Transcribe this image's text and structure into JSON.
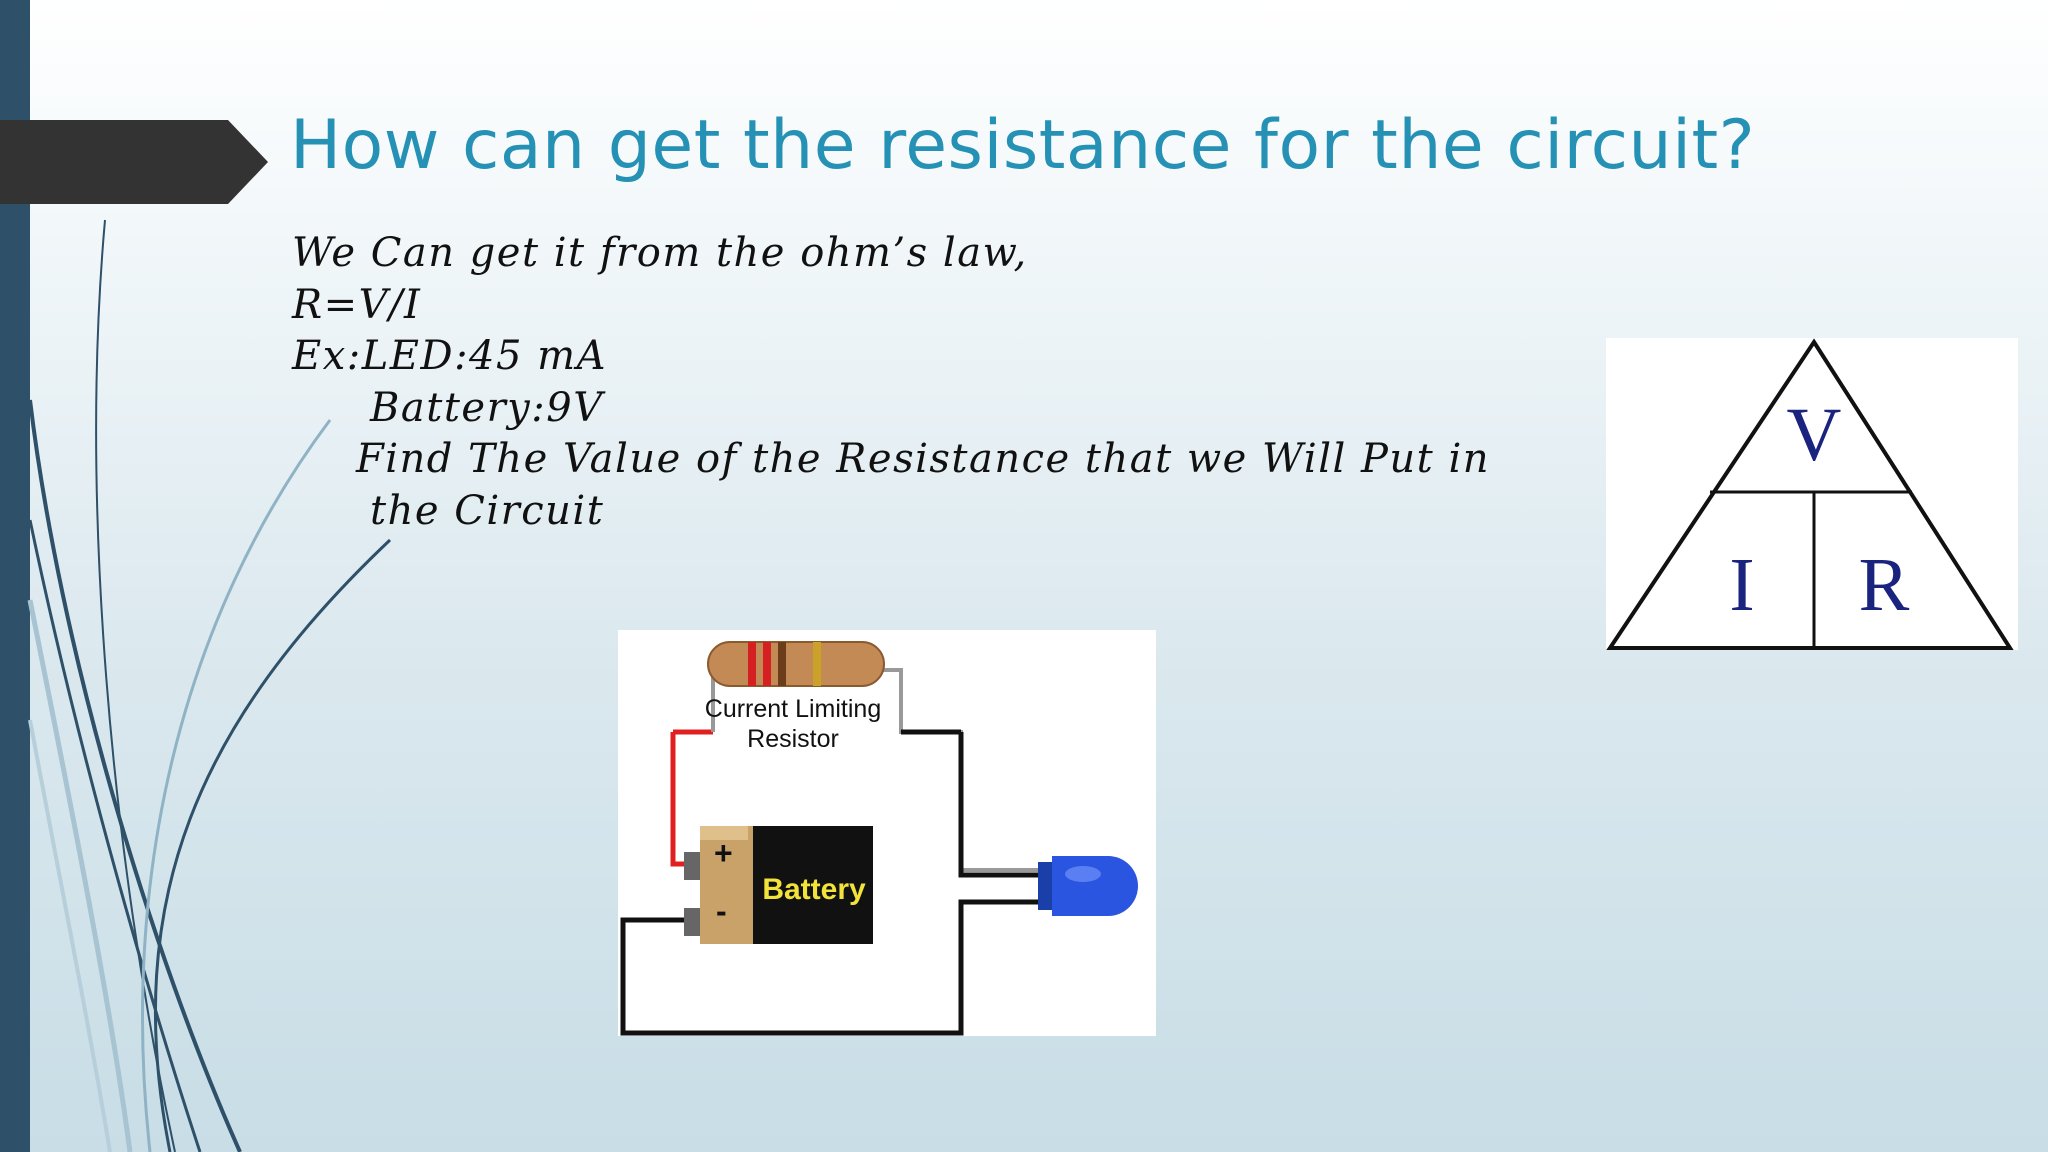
{
  "slide": {
    "title": "How can get the resistance for the circuit?",
    "lines": [
      "We Can get it from the ohm’s law,",
      "R=V/I",
      "Ex:LED:45 mA",
      "Battery:9V",
      "Find The Value of the Resistance that we Will Put in",
      "the Circuit"
    ]
  },
  "circuit": {
    "resistor_label_line1": "Current Limiting",
    "resistor_label_line2": "Resistor",
    "battery_label": "Battery",
    "plus_sign": "+",
    "minus_sign": "-"
  },
  "ohms_triangle": {
    "top": "V",
    "bottom_left": "I",
    "bottom_right": "R"
  },
  "colors": {
    "title": "#2591b4",
    "accent_bar": "#2e5068",
    "tab": "#333333",
    "triangle_letters": "#1a237e"
  }
}
